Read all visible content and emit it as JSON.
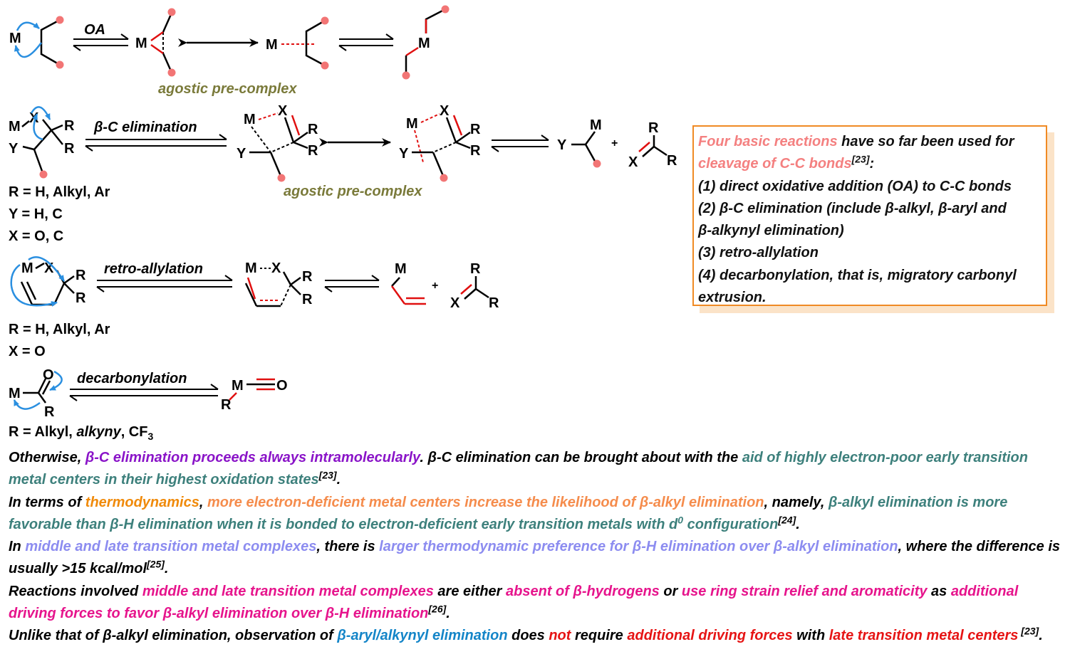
{
  "reaction_labels": {
    "oa": "OA",
    "beta_c": "β-C elimination",
    "retro_allylation": "retro-allylation",
    "decarbonylation": "decarbonylation",
    "agostic_1": "agostic pre-complex",
    "agostic_2": "agostic pre-complex"
  },
  "atoms": {
    "M": "M",
    "X": "X",
    "Y": "Y",
    "R": "R",
    "O": "O",
    "plus": "+"
  },
  "r_groups": {
    "beta_c": [
      "R = H, Alkyl, Ar",
      "Y = H, C",
      "X = O, C"
    ],
    "retro": [
      "R = H, Alkyl, Ar",
      "X = O"
    ],
    "decarb_prefix": "R = Alkyl, ",
    "decarb_italic": "alkyny",
    "decarb_mid": ", CF",
    "decarb_sub": "3"
  },
  "info_box": {
    "line1_hl": "Four basic reactions",
    "line1_rest": " have so far been used for",
    "line2_hl": "cleavage of C-C bonds",
    "line2_ref": "[23]",
    "line2_end": ":",
    "items": [
      "(1) direct oxidative addition (OA) to C-C bonds",
      "(2) β-C elimination (include β-alkyl, β-aryl and",
      "β-alkynyl elimination)",
      "(3) retro-allylation",
      "(4) decarbonylation, that is, migratory carbonyl",
      "extrusion."
    ]
  },
  "notes": {
    "p1": {
      "a": "Otherwise, ",
      "b": "β-C elimination proceeds always intramolecularly",
      "c": ". β-C elimination can be brought about with the ",
      "d": "aid of highly electron-poor early transition metal centers in their highest oxidation states",
      "ref": "[23]",
      "e": "."
    },
    "p2": {
      "a": "In terms of ",
      "b": "thermodynamics",
      "c": ", ",
      "d": "more electron-deficient metal centers increase the likelihood of β-alkyl elimination",
      "e": ", namely, ",
      "f": "β-alkyl elimination is more favorable than β-H elimination when it is bonded to electron-deficient early transition metals with d",
      "sup": "0",
      "g": " configuration",
      "ref": "[24]",
      "h": "."
    },
    "p3": {
      "a": "In ",
      "b": "middle and late transition metal complexes",
      "c": ", there is ",
      "d": "larger thermodynamic preference for β-H elimination over β-alkyl elimination",
      "e": ", where the difference is usually >15 kcal/mol",
      "ref": "[25]",
      "f": "."
    },
    "p4": {
      "a": "Reactions involved ",
      "b": "middle and late transition metal complexes",
      "c": " are either ",
      "d": "absent of β-hydrogens",
      "e": " or ",
      "f": "use ring strain relief and aromaticity",
      "g": " as ",
      "h": "additional driving forces to favor β-alkyl elimination over β-H elimination",
      "ref": "[26]",
      "i": "."
    },
    "p5": {
      "a": "Unlike that of β-alkyl elimination, observation of ",
      "b": "β-aryl/alkynyl elimination",
      "c": " does ",
      "d": "not",
      "e": " require ",
      "f": "additional driving forces",
      "g": " with ",
      "h": "late transition metal centers",
      "ref": " [23]",
      "i": "."
    }
  },
  "colors": {
    "highlight_pink": "#f48080",
    "box_border": "#f08a24",
    "arrow_blue": "#2a8fe0",
    "bond_red": "#e01010",
    "agostic_olive": "#7a7a3a"
  }
}
